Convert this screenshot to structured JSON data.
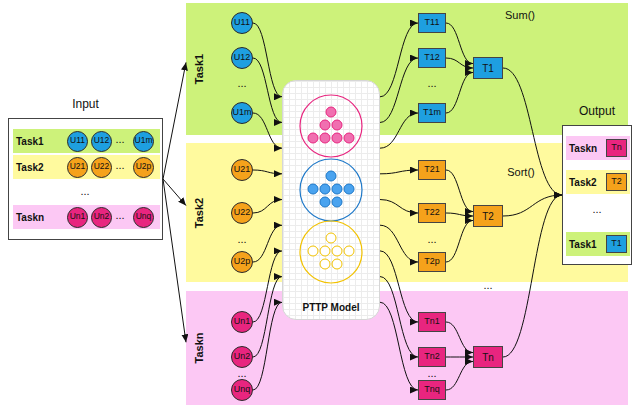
{
  "diagram": {
    "nodes": [
      {
        "text": [
          "Input"
        ]
      },
      {
        "text": [
          "Task1"
        ],
        "in": 0
      },
      {
        "text": [
          "U11"
        ],
        "in": 1
      },
      {
        "text": [
          "U12"
        ],
        "in": 1
      },
      {
        "text": [
          "U1m"
        ],
        "in": 1
      },
      {
        "text": [
          "Task2"
        ],
        "in": 0
      },
      {
        "text": [
          "U21"
        ],
        "in": 5
      },
      {
        "text": [
          "U22"
        ],
        "in": 5
      },
      {
        "text": [
          "U2p"
        ],
        "in": 5
      },
      {
        "text": [
          "Taskn"
        ],
        "in": 0
      },
      {
        "text": [
          "Un1"
        ],
        "in": 9
      },
      {
        "text": [
          "Un2"
        ],
        "in": 9
      },
      {
        "text": [
          "Unq"
        ],
        "in": 9
      },
      {
        "text": [
          "Task1"
        ]
      },
      {
        "text": [
          "U11"
        ],
        "in": 13
      },
      {
        "text": [
          "U12"
        ],
        "in": 13
      },
      {
        "text": [
          "U1m"
        ],
        "in": 13
      },
      {
        "text": [
          "T11"
        ],
        "in": 13
      },
      {
        "text": [
          "T12"
        ],
        "in": 13
      },
      {
        "text": [
          "T1m"
        ],
        "in": 13
      },
      {
        "text": [
          "T1"
        ],
        "in": 13
      },
      {
        "text": [
          "Task2"
        ]
      },
      {
        "text": [
          "U21"
        ],
        "in": 21
      },
      {
        "text": [
          "U22"
        ],
        "in": 21
      },
      {
        "text": [
          "U2p"
        ],
        "in": 21
      },
      {
        "text": [
          "T21"
        ],
        "in": 21
      },
      {
        "text": [
          "T22"
        ],
        "in": 21
      },
      {
        "text": [
          "T2p"
        ],
        "in": 21
      },
      {
        "text": [
          "T2"
        ],
        "in": 21
      },
      {
        "text": [
          "Taskn"
        ]
      },
      {
        "text": [
          "Un1"
        ],
        "in": 29
      },
      {
        "text": [
          "Un2"
        ],
        "in": 29
      },
      {
        "text": [
          "Unq"
        ],
        "in": 29
      },
      {
        "text": [
          "Tn1"
        ],
        "in": 29
      },
      {
        "text": [
          "Tn2"
        ],
        "in": 29
      },
      {
        "text": [
          "Tnq"
        ],
        "in": 29
      },
      {
        "text": [
          "Tn"
        ],
        "in": 29
      },
      {
        "text": [
          "PTTP Model"
        ]
      },
      {
        "text": [
          "Output"
        ]
      },
      {
        "text": [
          "Taskn"
        ],
        "in": 38
      },
      {
        "text": [
          "Tn"
        ],
        "in": 39
      },
      {
        "text": [
          "Task2"
        ],
        "in": 38
      },
      {
        "text": [
          "T2"
        ],
        "in": 41
      },
      {
        "text": [
          "Task1"
        ],
        "in": 38
      },
      {
        "text": [
          "T1"
        ],
        "in": 43
      }
    ],
    "edges": [
      {
        "from": 0,
        "to": 13,
        "arrow": "to"
      },
      {
        "from": 0,
        "to": 21,
        "arrow": "to"
      },
      {
        "from": 0,
        "to": 29,
        "arrow": "to"
      },
      {
        "from": 14,
        "to": 37,
        "arrow": "to"
      },
      {
        "from": 15,
        "to": 37,
        "arrow": "to"
      },
      {
        "from": 16,
        "to": 37,
        "arrow": "to"
      },
      {
        "from": 22,
        "to": 37,
        "arrow": "to"
      },
      {
        "from": 23,
        "to": 37,
        "arrow": "to"
      },
      {
        "from": 24,
        "to": 37,
        "arrow": "to"
      },
      {
        "from": 30,
        "to": 37,
        "arrow": "to"
      },
      {
        "from": 31,
        "to": 37,
        "arrow": "to"
      },
      {
        "from": 32,
        "to": 37,
        "arrow": "to"
      },
      {
        "from": 37,
        "to": 17,
        "arrow": "to"
      },
      {
        "from": 37,
        "to": 18,
        "arrow": "to"
      },
      {
        "from": 37,
        "to": 19,
        "arrow": "to"
      },
      {
        "from": 37,
        "to": 25,
        "arrow": "to"
      },
      {
        "from": 37,
        "to": 26,
        "arrow": "to"
      },
      {
        "from": 37,
        "to": 27,
        "arrow": "to"
      },
      {
        "from": 37,
        "to": 33,
        "arrow": "to"
      },
      {
        "from": 37,
        "to": 34,
        "arrow": "to"
      },
      {
        "from": 37,
        "to": 35,
        "arrow": "to"
      },
      {
        "from": 17,
        "to": 20,
        "arrow": "to"
      },
      {
        "from": 18,
        "to": 20,
        "arrow": "to"
      },
      {
        "from": 19,
        "to": 20,
        "arrow": "to"
      },
      {
        "from": 25,
        "to": 28,
        "arrow": "to"
      },
      {
        "from": 26,
        "to": 28,
        "arrow": "to"
      },
      {
        "from": 27,
        "to": 28,
        "arrow": "to"
      },
      {
        "from": 33,
        "to": 36,
        "arrow": "to"
      },
      {
        "from": 34,
        "to": 36,
        "arrow": "to"
      },
      {
        "from": 35,
        "to": 36,
        "arrow": "to"
      },
      {
        "from": 20,
        "to": 38,
        "arrow": "to"
      },
      {
        "from": 28,
        "to": 38,
        "arrow": "to"
      },
      {
        "from": 36,
        "to": 38,
        "arrow": "to"
      }
    ],
    "labels": [
      "...",
      "...",
      "...",
      "...",
      "...",
      "...",
      "...",
      "...",
      "...",
      "...",
      "...",
      "...",
      "Sum()",
      "Sort()"
    ]
  }
}
